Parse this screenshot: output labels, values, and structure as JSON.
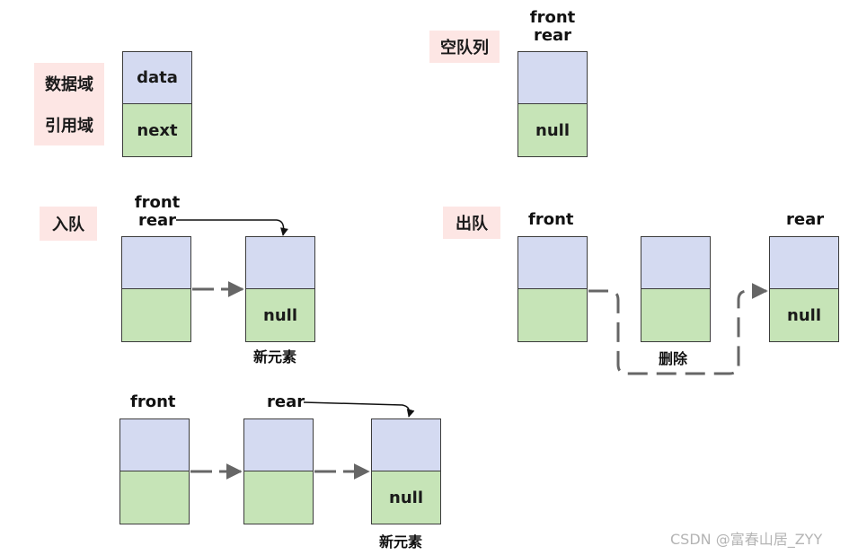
{
  "legend": {
    "data_field": "数据域",
    "next_field": "引用域",
    "data": "data",
    "next": "next"
  },
  "empty": {
    "title": "空队列",
    "front": "front",
    "rear": "rear",
    "null": "null"
  },
  "enqueue": {
    "title": "入队",
    "front": "front",
    "rear": "rear",
    "null": "null",
    "new_elem": "新元素"
  },
  "dequeue": {
    "title": "出队",
    "front": "front",
    "rear": "rear",
    "null": "null",
    "delete": "删除"
  },
  "enqueue2": {
    "front": "front",
    "rear": "rear",
    "null": "null",
    "new_elem": "新元素"
  },
  "watermark": "CSDN @富春山居_ZYY",
  "colors": {
    "data_cell": "#d4daf1",
    "next_cell": "#c6e4b7",
    "tag_bg": "#fde6e4",
    "arrow": "#666666"
  }
}
